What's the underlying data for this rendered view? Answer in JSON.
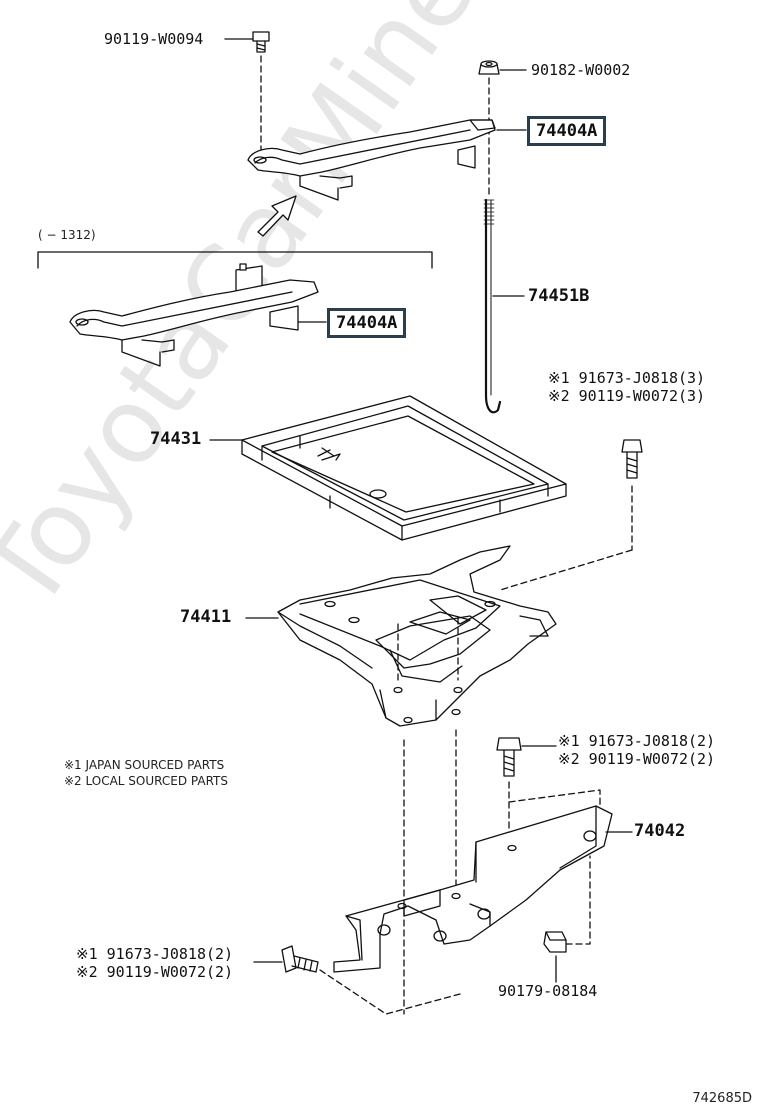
{
  "watermark": "ToyotaCarMine.ru",
  "drawing_code": "742685D",
  "callouts": {
    "bolt_top": "90119-W0094",
    "nut_top": "90182-W0002",
    "bracket_upper": "74404A",
    "date_range": "(    − 1312)",
    "bracket_lower": "74404A",
    "rod": "74451B",
    "tray": "74431",
    "bolt_right_line1": "※1 91673-J0818(3)",
    "bolt_right_line2": "※2 90119-W0072(3)",
    "carrier": "74411",
    "bolt_mid_line1": "※1 91673-J0818(2)",
    "bolt_mid_line2": "※2 90119-W0072(2)",
    "support": "74042",
    "bolt_left_line1": "※1 91673-J0818(2)",
    "bolt_left_line2": "※2 90119-W0072(2)",
    "nut_bottom": "90179-08184"
  },
  "notes": {
    "note1": "※1 JAPAN SOURCED PARTS",
    "note2": "※2 LOCAL SOURCED PARTS"
  },
  "colors": {
    "box_border": "#2c3e4c",
    "line": "#111111",
    "watermark": "#e6e6e6"
  }
}
